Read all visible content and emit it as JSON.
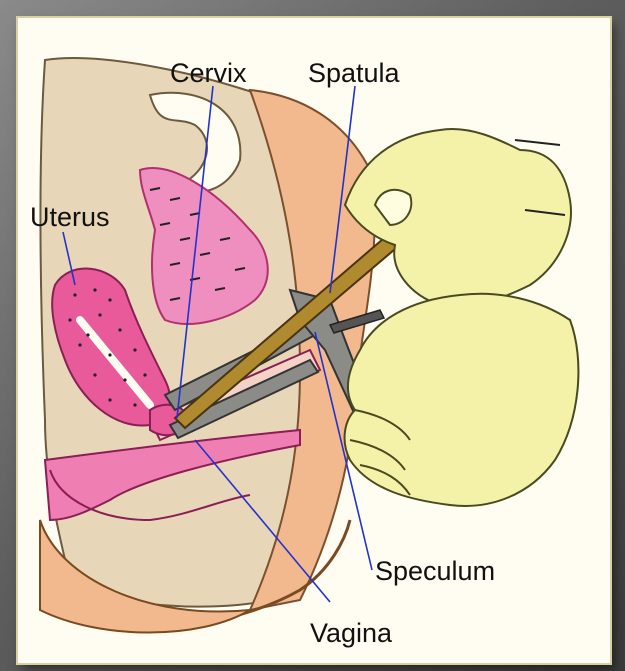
{
  "labels": {
    "cervix": "Cervix",
    "spatula": "Spatula",
    "uterus": "Uterus",
    "speculum": "Speculum",
    "vagina": "Vagina"
  },
  "colors": {
    "skin": "#e8d6b8",
    "peach": "#f3b98e",
    "uterus_pink": "#e85a9a",
    "glove": "#f4f2a8",
    "speculum": "#8b8b88",
    "spatula": "#b08a2e",
    "pointer_line": "#2233cc"
  }
}
